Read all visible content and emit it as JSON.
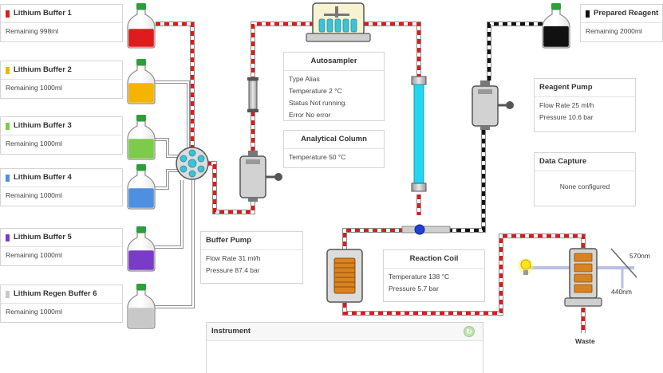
{
  "buffers": [
    {
      "name": "Lithium Buffer 1",
      "remaining": "Remaining 998ml",
      "color": "#e01b1b",
      "level": 0.35
    },
    {
      "name": "Lithium Buffer 2",
      "remaining": "Remaining 1000ml",
      "color": "#f5b400",
      "level": 0.38
    },
    {
      "name": "Lithium Buffer 3",
      "remaining": "Remaining 1000ml",
      "color": "#7ccb4a",
      "level": 0.38
    },
    {
      "name": "Lithium Buffer 4",
      "remaining": "Remaining 1000ml",
      "color": "#4d8fe0",
      "level": 0.38
    },
    {
      "name": "Lithium Buffer 5",
      "remaining": "Remaining 1000ml",
      "color": "#7a3bc7",
      "level": 0.38
    },
    {
      "name": "Lithium Regen Buffer 6",
      "remaining": "Remaining 1000ml",
      "color": "#c8c8c8",
      "level": 0.38
    }
  ],
  "prepared_reagent": {
    "name": "Prepared Reagent",
    "remaining": "Remaining 2000ml",
    "color": "#111111",
    "level": 0.4
  },
  "autosampler": {
    "title": "Autosampler",
    "type": "Type Alias",
    "temperature": "Temperature 2 °C",
    "status": "Status Not running.",
    "error": "Error No error"
  },
  "analytical_column": {
    "title": "Analytical Column",
    "temperature": "Temperature 50 °C"
  },
  "buffer_pump": {
    "title": "Buffer Pump",
    "flow": "Flow Rate 31 ml/h",
    "pressure": "Pressure 87.4 bar"
  },
  "reagent_pump": {
    "title": "Reagent Pump",
    "flow": "Flow Rate 25 ml/h",
    "pressure": "Pressure 10.6 bar"
  },
  "data_capture": {
    "title": "Data Capture",
    "value": "None configured"
  },
  "reaction_coil": {
    "title": "Reaction Coil",
    "temperature": "Temperature 138 °C",
    "pressure": "Pressure 5.7 bar"
  },
  "instrument": {
    "title": "Instrument"
  },
  "detector": {
    "wavelength_1": "570nm",
    "wavelength_2": "440nm"
  },
  "waste": {
    "label": "Waste"
  },
  "colors": {
    "tube_red": "#d91c1c",
    "tube_black": "#111111",
    "column_cyan": "#25d5f0",
    "coil_orange": "#d9821f",
    "valve_teal": "#3cc1d6",
    "mixer_blue": "#1f3fd6"
  }
}
